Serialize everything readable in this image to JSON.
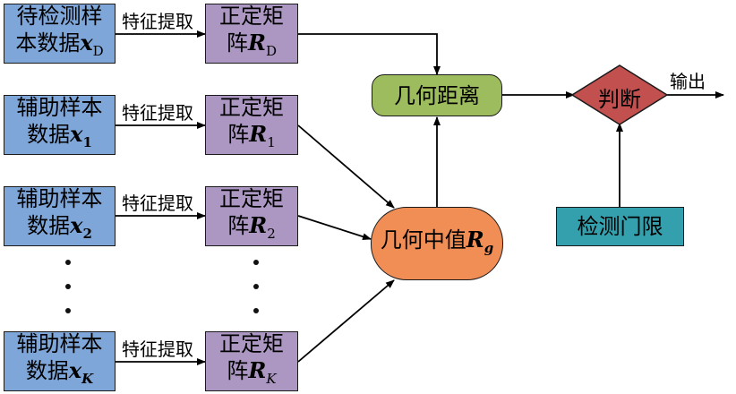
{
  "colors": {
    "sample_box": "#7fa6d8",
    "matrix_box": "#ab97c2",
    "distance_box": "#9cbc5e",
    "median_box": "#f08e56",
    "decision_box": "#c2504f",
    "threshold_box": "#35a0ad"
  },
  "rows": [
    {
      "sample_line1": "待检测样",
      "sample_line2": "本数据",
      "sample_var": "x",
      "sample_sub": "D",
      "extract_label": "特征提取",
      "matrix_line1": "正定矩",
      "matrix_line2": "阵",
      "matrix_var": "R",
      "matrix_sub": "D"
    },
    {
      "sample_line1": "辅助样本",
      "sample_line2": "数据",
      "sample_var": "x",
      "sample_sub": "1",
      "extract_label": "特征提取",
      "matrix_line1": "正定矩",
      "matrix_line2": "阵",
      "matrix_var": "R",
      "matrix_sub": "1"
    },
    {
      "sample_line1": "辅助样本",
      "sample_line2": "数据",
      "sample_var": "x",
      "sample_sub": "2",
      "extract_label": "特征提取",
      "matrix_line1": "正定矩",
      "matrix_line2": "阵",
      "matrix_var": "R",
      "matrix_sub": "2"
    },
    {
      "sample_line1": "辅助样本",
      "sample_line2": "数据",
      "sample_var": "x",
      "sample_sub": "K",
      "extract_label": "特征提取",
      "matrix_line1": "正定矩",
      "matrix_line2": "阵",
      "matrix_var": "R",
      "matrix_sub": "K"
    }
  ],
  "geometric_distance": "几何距离",
  "geometric_median": {
    "text": "几何中值",
    "var": "R",
    "sub": "g"
  },
  "decision": "判断",
  "output": "输出",
  "threshold": "检测门限"
}
